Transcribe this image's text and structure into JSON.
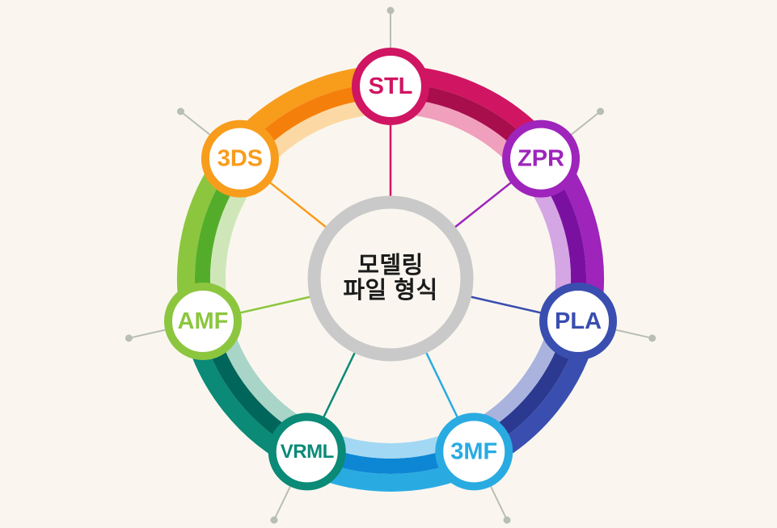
{
  "title": "모델링 파일 형식 diagram",
  "background_color": "#faf6ef",
  "center": {
    "line1": "모델링",
    "line2": "파일 형식",
    "text_color": "#1b1b1b",
    "ring_color": "#c9c9c9"
  },
  "connector_color": "#b8beb2",
  "nodes": [
    {
      "label": "STL",
      "color": "#d01563",
      "dark": "#a80d4c",
      "light": "#f09fbd"
    },
    {
      "label": "ZPR",
      "color": "#9e24bb",
      "dark": "#7a10a0",
      "light": "#d4a6e3"
    },
    {
      "label": "PLA",
      "color": "#3a4eb0",
      "dark": "#2b3990",
      "light": "#a9b3dd"
    },
    {
      "label": "3MF",
      "color": "#29abe2",
      "dark": "#0d86d4",
      "light": "#a3d8f4"
    },
    {
      "label": "VRML",
      "color": "#0a8a77",
      "dark": "#00655a",
      "light": "#a8d5c8"
    },
    {
      "label": "AMF",
      "color": "#8cc63f",
      "dark": "#54ad2a",
      "light": "#cfe7b8"
    },
    {
      "label": "3DS",
      "color": "#f89c1c",
      "dark": "#f57f0b",
      "light": "#fcd9a4"
    }
  ]
}
